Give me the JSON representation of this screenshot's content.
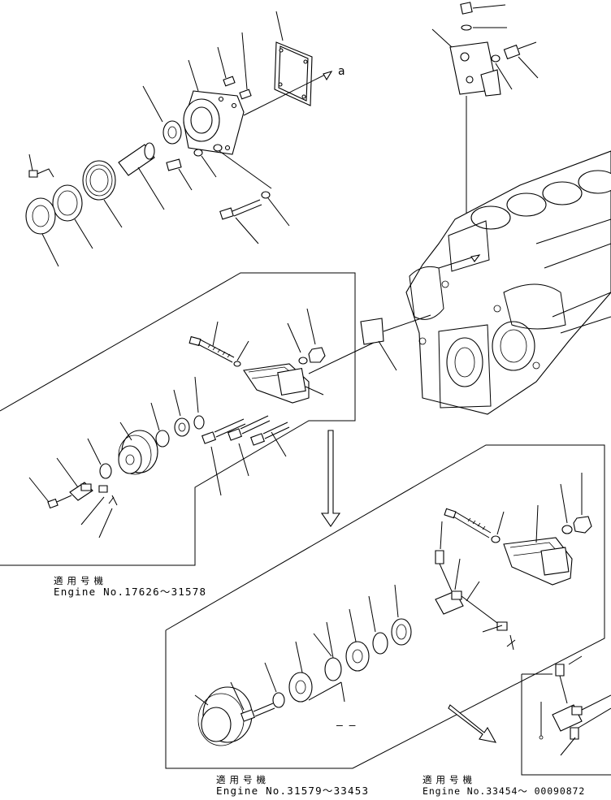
{
  "captions": [
    {
      "jp": "適用号機",
      "engine": "Engine No.17626～31578"
    },
    {
      "jp": "適用号機",
      "engine": "Engine No.31579～33453"
    },
    {
      "jp": "適用号機",
      "engine": "Engine No.33454～ 00090872"
    }
  ],
  "marks": {
    "ref_letter": "a",
    "spacer_dash": "– –"
  }
}
